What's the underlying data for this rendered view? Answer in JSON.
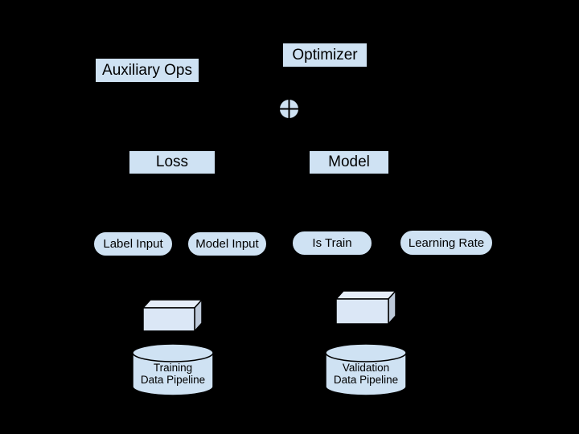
{
  "palette": {
    "canvas_bg": "#000000",
    "shape_fill": "#cfe2f3",
    "shape_border": "#000000",
    "text_color": "#000000",
    "cube_top": "#e6eef9",
    "cube_front": "#dbe7f6",
    "cube_side": "#bdc9d9"
  },
  "nodes": {
    "auxiliary_ops": "Auxiliary Ops",
    "optimizer": "Optimizer",
    "loss": "Loss",
    "model": "Model",
    "label_input": "Label Input",
    "model_input": "Model Input",
    "is_train": "Is Train",
    "learning_rate": "Learning Rate"
  },
  "cylinders": {
    "training": {
      "line1": "Training",
      "line2": "Data Pipeline"
    },
    "validation": {
      "line1": "Validation",
      "line2": "Data Pipeline"
    }
  },
  "icons": {
    "add_operation": "circle-plus"
  }
}
